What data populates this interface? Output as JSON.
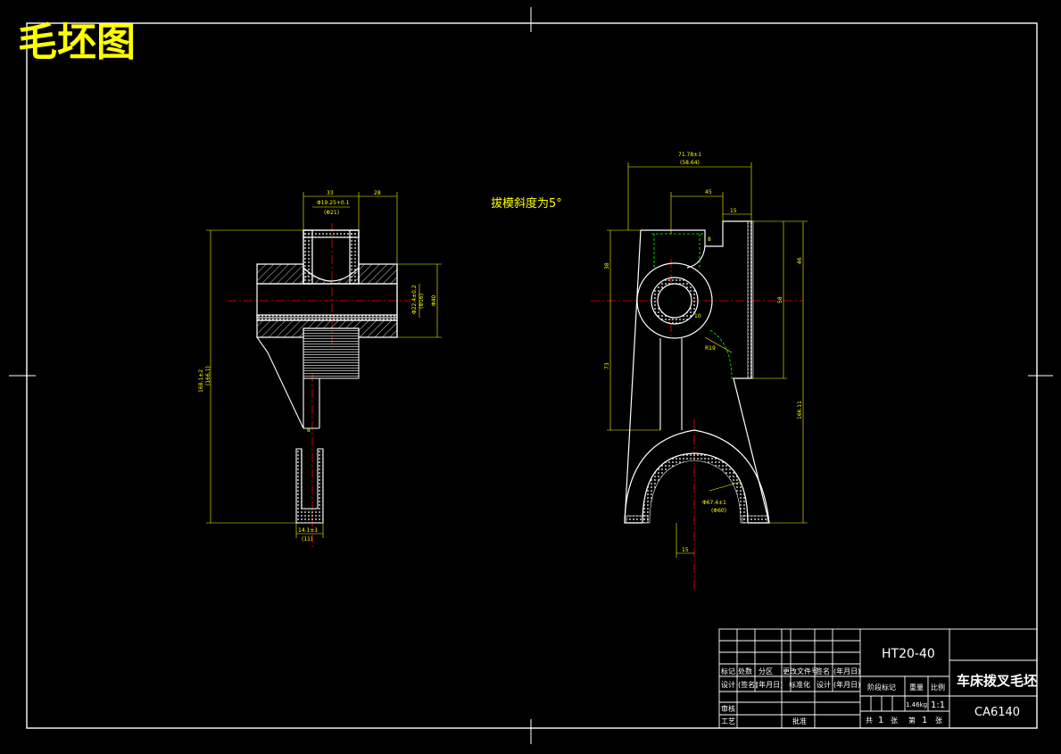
{
  "sheet_title": "毛坯图",
  "draft_note": "拔模斜度为5°",
  "colors": {
    "background": "#000000",
    "frame": "#ffffff",
    "outline": "#ffffff",
    "dimension": "#ffff00",
    "centerline": "#ff0000",
    "hatch": "#ffffff",
    "machining": "#00ff00"
  },
  "left_view": {
    "dims": {
      "top_width": "33",
      "top_right": "28",
      "bore_top": "Φ19.25+0.1",
      "bore_top_sub": "(Φ21)",
      "overall_height": "168.1±2",
      "overall_height_sub": "(166.1)",
      "bore_right": "Φ22.4±0.2",
      "bore_right_sub": "(Φ16)",
      "right_height": "Φ40",
      "fork_mid": "8",
      "bottom_width": "14.1±1",
      "bottom_width_sub": "(11)"
    }
  },
  "right_view": {
    "dims": {
      "top_overall": "71.78±1",
      "top_overall_sub": "(58.64)",
      "top_inner": "45",
      "step": "15",
      "left_upper": "38",
      "right_upper": "46",
      "right_mid": "58",
      "small_a": "8",
      "small_b": "10",
      "radius": "R19",
      "left_lower": "73",
      "right_lower": "166.11",
      "arc_bore": "Φ67.4±1",
      "arc_bore_sub": "(Φ60)",
      "bottom_offset": "15"
    }
  },
  "title_block": {
    "material": "HT20-40",
    "part_name": "车床拨叉毛坯",
    "drawing_no": "CA6140",
    "row_labels_1": [
      "标记",
      "处数",
      "分区",
      "更改文件号",
      "签名",
      "(年月日)"
    ],
    "row_labels_2": [
      "设计",
      "(签名)",
      "(年月日)",
      "标准化",
      "设计",
      "(年月日)"
    ],
    "left_labels": [
      "审核",
      "工艺"
    ],
    "approve": "批准",
    "stage_label": "阶段标记",
    "weight_label": "重量",
    "scale_label": "比例",
    "weight": "1.46kg",
    "scale": "1:1",
    "total_prefix": "共",
    "total_num": "1",
    "total_suffix": "张",
    "sheet_prefix": "第",
    "sheet_num": "1",
    "sheet_suffix": "张"
  }
}
